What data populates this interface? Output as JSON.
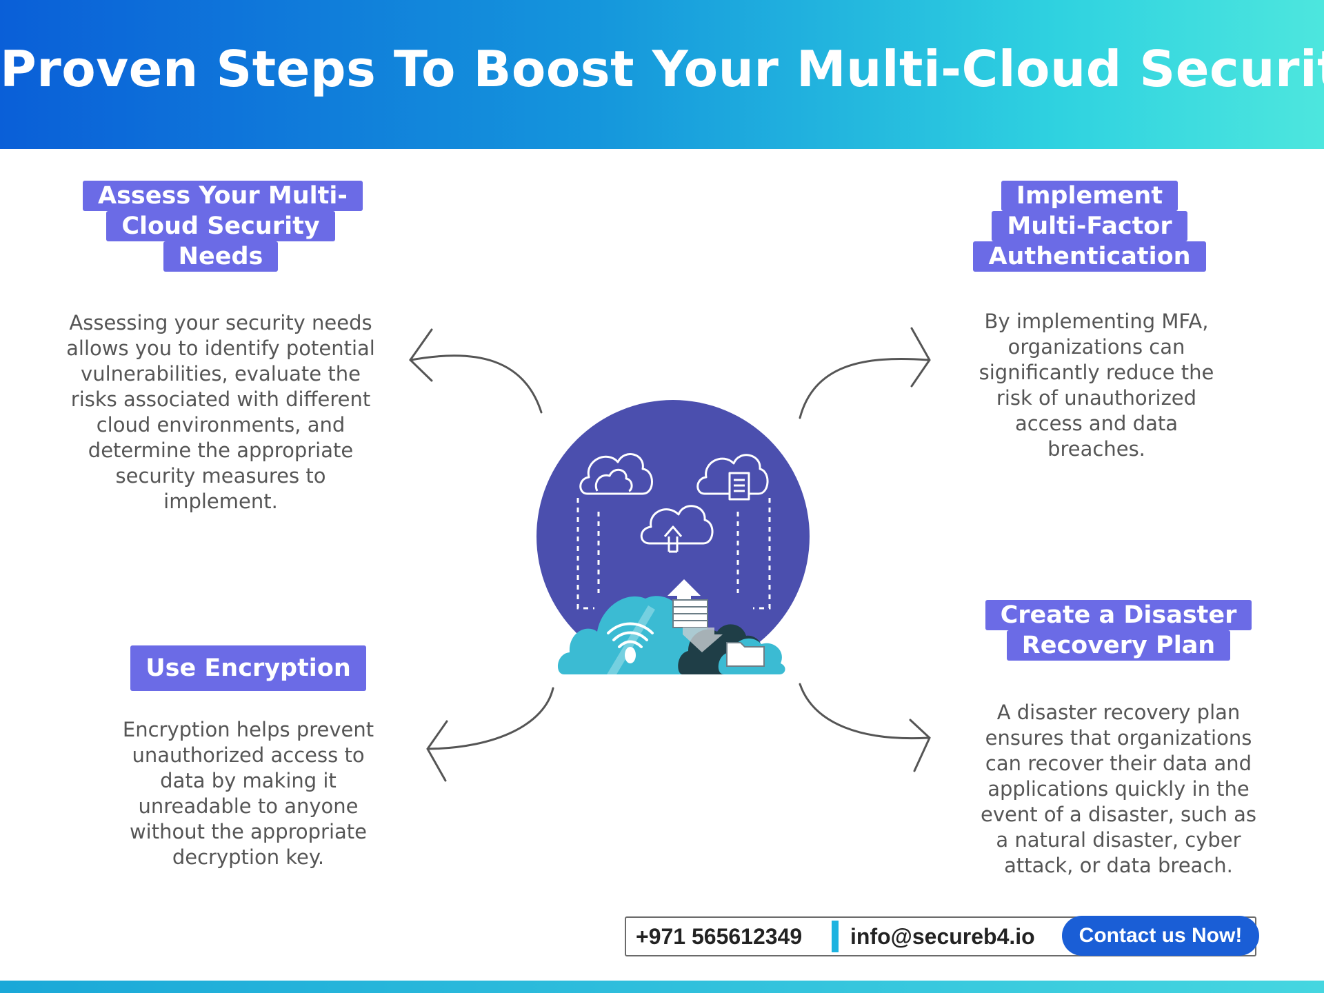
{
  "header": {
    "title": "Proven Steps To Boost Your Multi-Cloud Security"
  },
  "steps": [
    {
      "title_lines": [
        "Assess Your Multi-",
        "Cloud Security",
        "Needs"
      ],
      "desc_lines": [
        "Assessing your security needs",
        "allows you to identify potential",
        "vulnerabilities, evaluate the",
        "risks associated with different",
        "cloud environments, and",
        "determine the appropriate",
        "security measures to",
        "implement."
      ]
    },
    {
      "title_lines": [
        "Implement",
        "Multi-Factor",
        "Authentication"
      ],
      "desc_lines": [
        "By implementing MFA,",
        "organizations can",
        "significantly reduce the",
        "risk of unauthorized",
        "access and data",
        "breaches."
      ]
    },
    {
      "title_lines": [
        "Use Encryption"
      ],
      "desc_lines": [
        "Encryption helps prevent",
        "unauthorized access to",
        "data by making it",
        "unreadable to anyone",
        "without the appropriate",
        "decryption key."
      ]
    },
    {
      "title_lines": [
        "Create a Disaster",
        "Recovery Plan"
      ],
      "desc_lines": [
        "A disaster recovery plan",
        "ensures that organizations",
        "can recover their data and",
        "applications quickly in the",
        "event of a disaster, such as",
        "a natural disaster, cyber",
        "attack, or data breach."
      ]
    }
  ],
  "contact": {
    "phone": "+971 565612349",
    "email": "info@secureb4.io",
    "cta_label": "Contact us Now!"
  },
  "colors": {
    "accent_purple": "#6b6be6",
    "circle_purple": "#4b4fae",
    "cloud_teal": "#3bbbd3",
    "cta_blue": "#1a5ed6"
  }
}
